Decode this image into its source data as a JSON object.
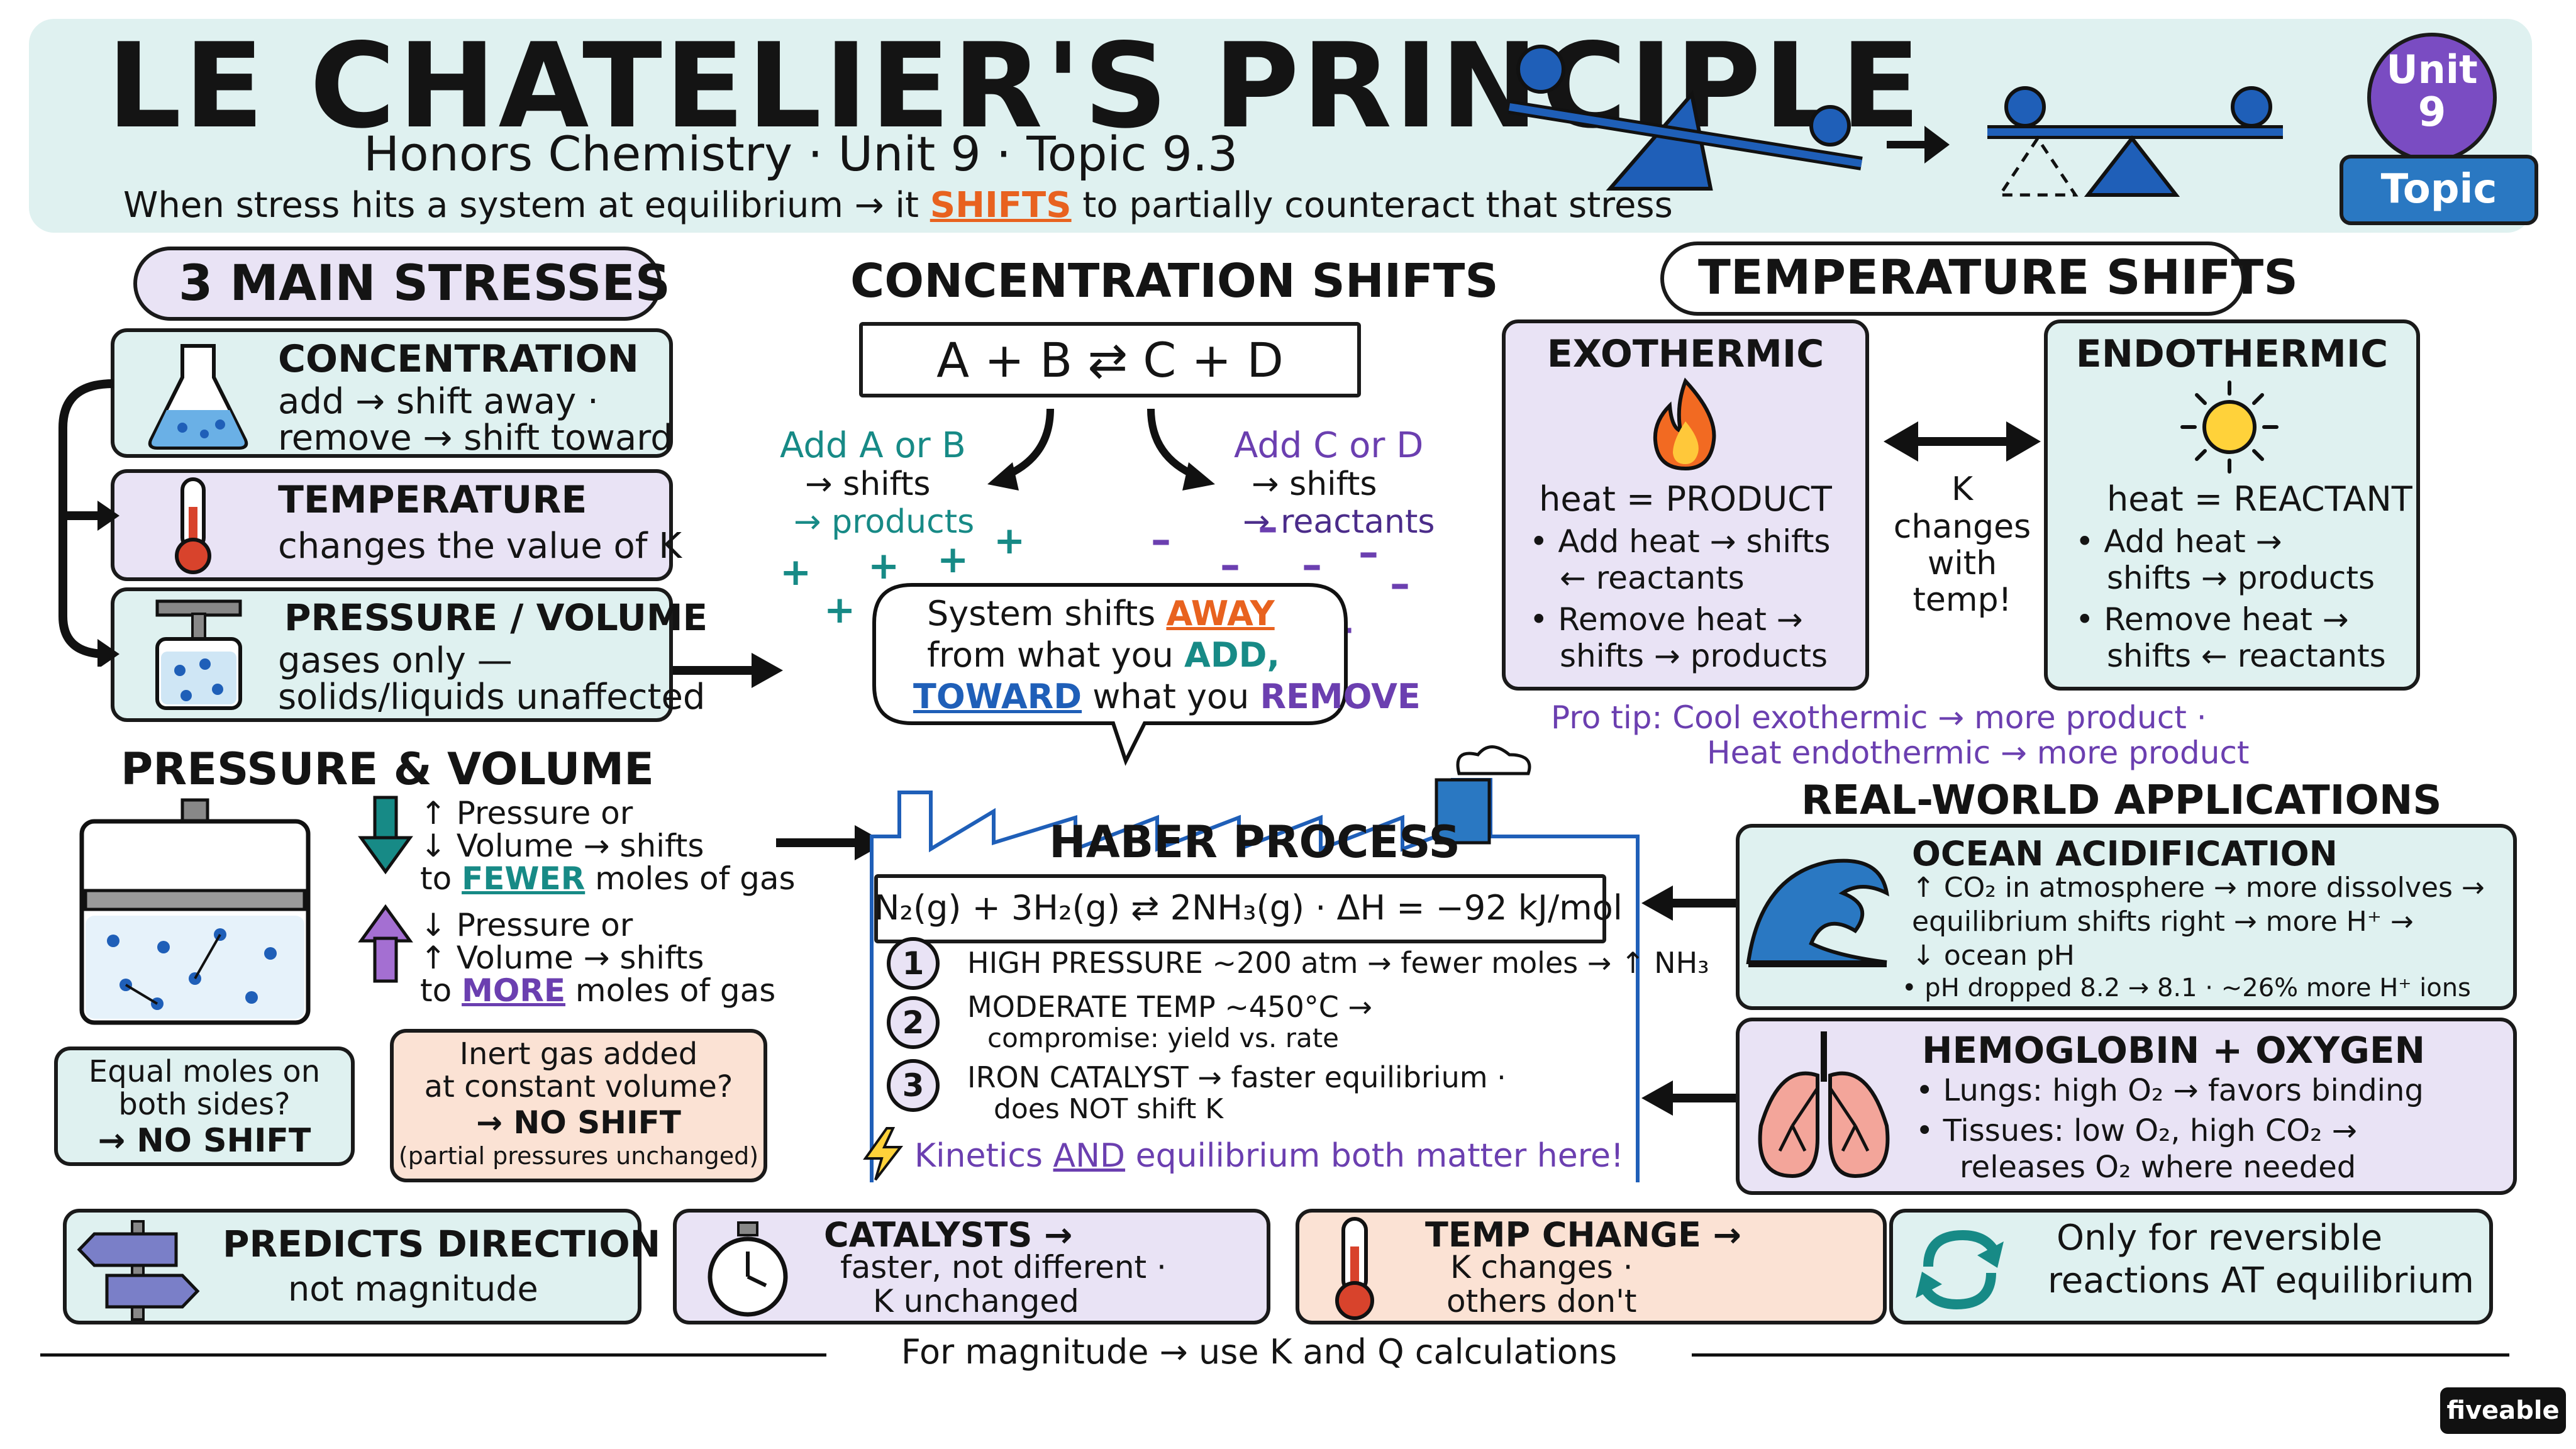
{
  "header": {
    "title": "LE CHATELIER'S PRINCIPLE",
    "subtitle": "Honors Chemistry · Unit 9 · Topic 9.3",
    "tagline_pre": "When stress hits a system at equilibrium → it ",
    "tagline_shift": "SHIFTS",
    "tagline_post": " to partially counteract that stress",
    "unit_badge_line1": "Unit",
    "unit_badge_line2": "9",
    "topic_badge": "Topic 9.3"
  },
  "stresses": {
    "heading": "3 MAIN STRESSES",
    "concentration": {
      "title": "CONCENTRATION",
      "line1": "add → shift away ·",
      "line2": "remove → shift toward"
    },
    "temperature": {
      "title": "TEMPERATURE",
      "line1": "changes the value of K"
    },
    "pressure": {
      "title": "PRESSURE / VOLUME",
      "line1": "gases only —",
      "line2": "solids/liquids unaffected"
    }
  },
  "concentration_shifts": {
    "heading": "CONCENTRATION SHIFTS",
    "equation": "A + B ⇄ C + D",
    "add_ab_title": "Add A or B",
    "add_ab_line1": "→ shifts",
    "add_ab_line2": "→ products",
    "add_cd_title": "Add C or D",
    "add_cd_line1": "→ shifts",
    "add_cd_line2": "→ reactants",
    "bubble_l1_pre": "System shifts ",
    "bubble_l1_away": "AWAY",
    "bubble_l2_pre": "from what you ",
    "bubble_l2_add": "ADD,",
    "bubble_l3_toward": "TOWARD",
    "bubble_l3_mid": " what you ",
    "bubble_l3_remove": "REMOVE"
  },
  "temperature_shifts": {
    "heading": "TEMPERATURE SHIFTS",
    "exo": {
      "title": "EXOTHERMIC",
      "heat": "heat = PRODUCT",
      "b1a": "• Add heat → shifts",
      "b1b": "← reactants",
      "b2a": "• Remove heat →",
      "b2b": "shifts → products"
    },
    "endo": {
      "title": "ENDOTHERMIC",
      "heat": "heat = REACTANT",
      "b1a": "• Add heat →",
      "b1b": "shifts → products",
      "b2a": "• Remove heat →",
      "b2b": "shifts ← reactants"
    },
    "k_l1": "K",
    "k_l2": "changes",
    "k_l3": "with",
    "k_l4": "temp!",
    "tip_l1": "Pro tip: Cool exothermic → more product ·",
    "tip_l2": "Heat endothermic → more product"
  },
  "pressure_volume": {
    "heading": "PRESSURE & VOLUME",
    "down_l1": "↑ Pressure  or",
    "down_l2": "↓ Volume   → shifts",
    "down_l3_pre": "to ",
    "down_l3_key": "FEWER",
    "down_l3_post": " moles of gas",
    "up_l1": "↓ Pressure  or",
    "up_l2": "↑ Volume   → shifts",
    "up_l3_pre": "to ",
    "up_l3_key": "MORE",
    "up_l3_post": " moles of gas",
    "equal_l1": "Equal moles on",
    "equal_l2": "both sides?",
    "equal_l3": "→ NO SHIFT",
    "inert_l1": "Inert gas added",
    "inert_l2": "at constant volume?",
    "inert_l3": "→ NO SHIFT",
    "inert_l4": "(partial pressures unchanged)"
  },
  "haber": {
    "title": "HABER PROCESS",
    "equation": "N₂(g) + 3H₂(g) ⇄ 2NH₃(g) · ΔH = −92 kJ/mol",
    "s1_num": "1",
    "s1": "HIGH PRESSURE ~200 atm → fewer moles → ↑ NH₃",
    "s2_num": "2",
    "s2a": "MODERATE TEMP ~450°C →",
    "s2b": "compromise: yield vs. rate",
    "s3_num": "3",
    "s3a": "IRON CATALYST → faster equilibrium ·",
    "s3b": "does NOT shift K",
    "note_pre": "Kinetics ",
    "note_and": "AND",
    "note_post": " equilibrium both matter here!"
  },
  "applications": {
    "heading": "REAL-WORLD APPLICATIONS",
    "ocean": {
      "title": "OCEAN ACIDIFICATION",
      "l1": "↑ CO₂ in atmosphere → more dissolves →",
      "l2": "equilibrium shifts right → more H⁺ →",
      "l3": "↓ ocean pH",
      "l4": "• pH dropped 8.2 → 8.1 · ~26% more H⁺ ions"
    },
    "hemo": {
      "title": "HEMOGLOBIN + OXYGEN",
      "l1": "• Lungs: high O₂ → favors binding",
      "l2": "• Tissues: low O₂, high CO₂ →",
      "l3": "releases O₂ where needed"
    }
  },
  "bottom": {
    "predicts_a": "PREDICTS DIRECTION ·",
    "predicts_b": "not magnitude",
    "catalyst_a": "CATALYSTS →",
    "catalyst_b": "faster, not different ·",
    "catalyst_c": "K unchanged",
    "temp_a": "TEMP CHANGE →",
    "temp_b": "K changes ·",
    "temp_c": "others don't",
    "rev_a": "Only for reversible",
    "rev_b": "reactions AT equilibrium",
    "footer": "For magnitude → use K and Q calculations",
    "brand": "fiveable"
  },
  "colors": {
    "teal_bg": "#dff1f0",
    "lavender_bg": "#e9e3f5",
    "peach_bg": "#fbe2d4",
    "accent_orange": "#e8621f",
    "accent_blue": "#1f5fb8",
    "accent_purple": "#6b3fb0",
    "badge_purple": "#7a4cc2",
    "badge_blue": "#2a78c2"
  }
}
